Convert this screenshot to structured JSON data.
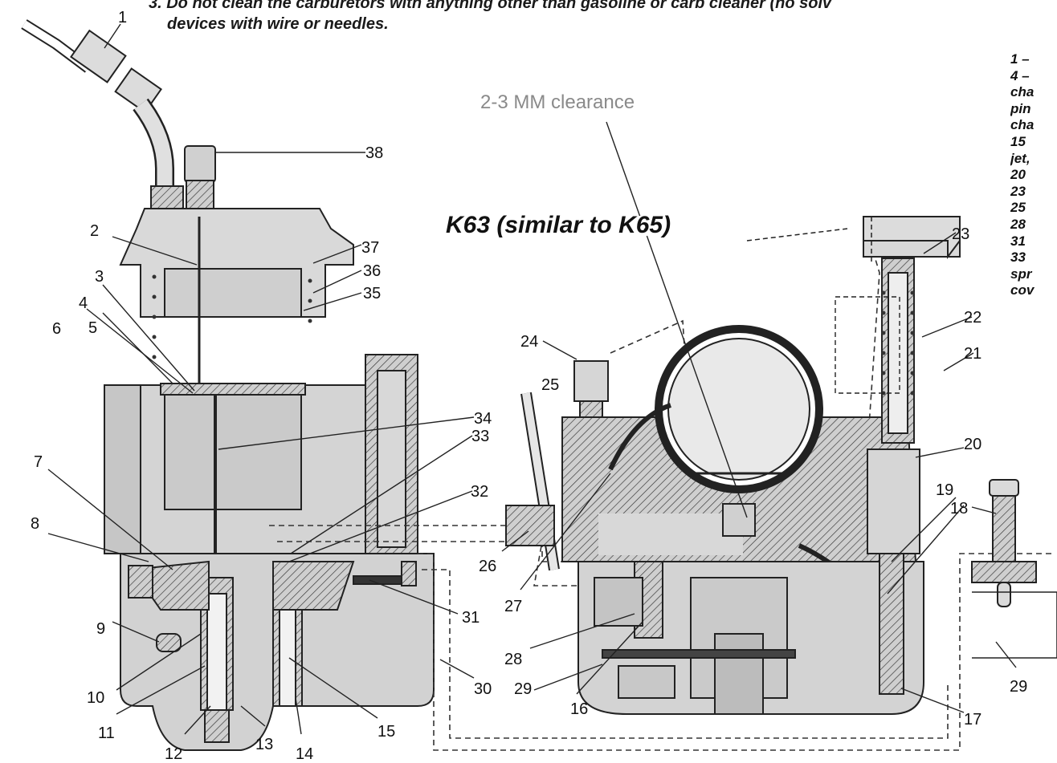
{
  "header": {
    "line1": "3. Do not clean the carburetors with anything other than gasoline or carb cleaner (no solv",
    "line2": "devices with wire or needles."
  },
  "diagram": {
    "title": "K63 (similar to K65)",
    "clearance_label": "2-3 MM clearance",
    "callouts": [
      "1",
      "2",
      "3",
      "4",
      "5",
      "6",
      "7",
      "8",
      "9",
      "10",
      "11",
      "12",
      "13",
      "14",
      "15",
      "16",
      "17",
      "18",
      "19",
      "20",
      "21",
      "22",
      "23",
      "24",
      "25",
      "26",
      "27",
      "28",
      "29",
      "30",
      "31",
      "32",
      "33",
      "34",
      "35",
      "36",
      "37",
      "38",
      "29"
    ]
  },
  "legend": {
    "lines": [
      "1 –",
      "4 –",
      "cha",
      "pin",
      "cha",
      "15",
      "jet,",
      "20",
      "23",
      "25",
      "28",
      "31",
      "33",
      "spr",
      "cov"
    ]
  },
  "colors": {
    "outline": "#222222",
    "body_fill": "#d8d8d8",
    "chamber_fill": "#bfbfbf",
    "title": "#1a1a1a",
    "clearance_text": "#8a8a8a"
  }
}
